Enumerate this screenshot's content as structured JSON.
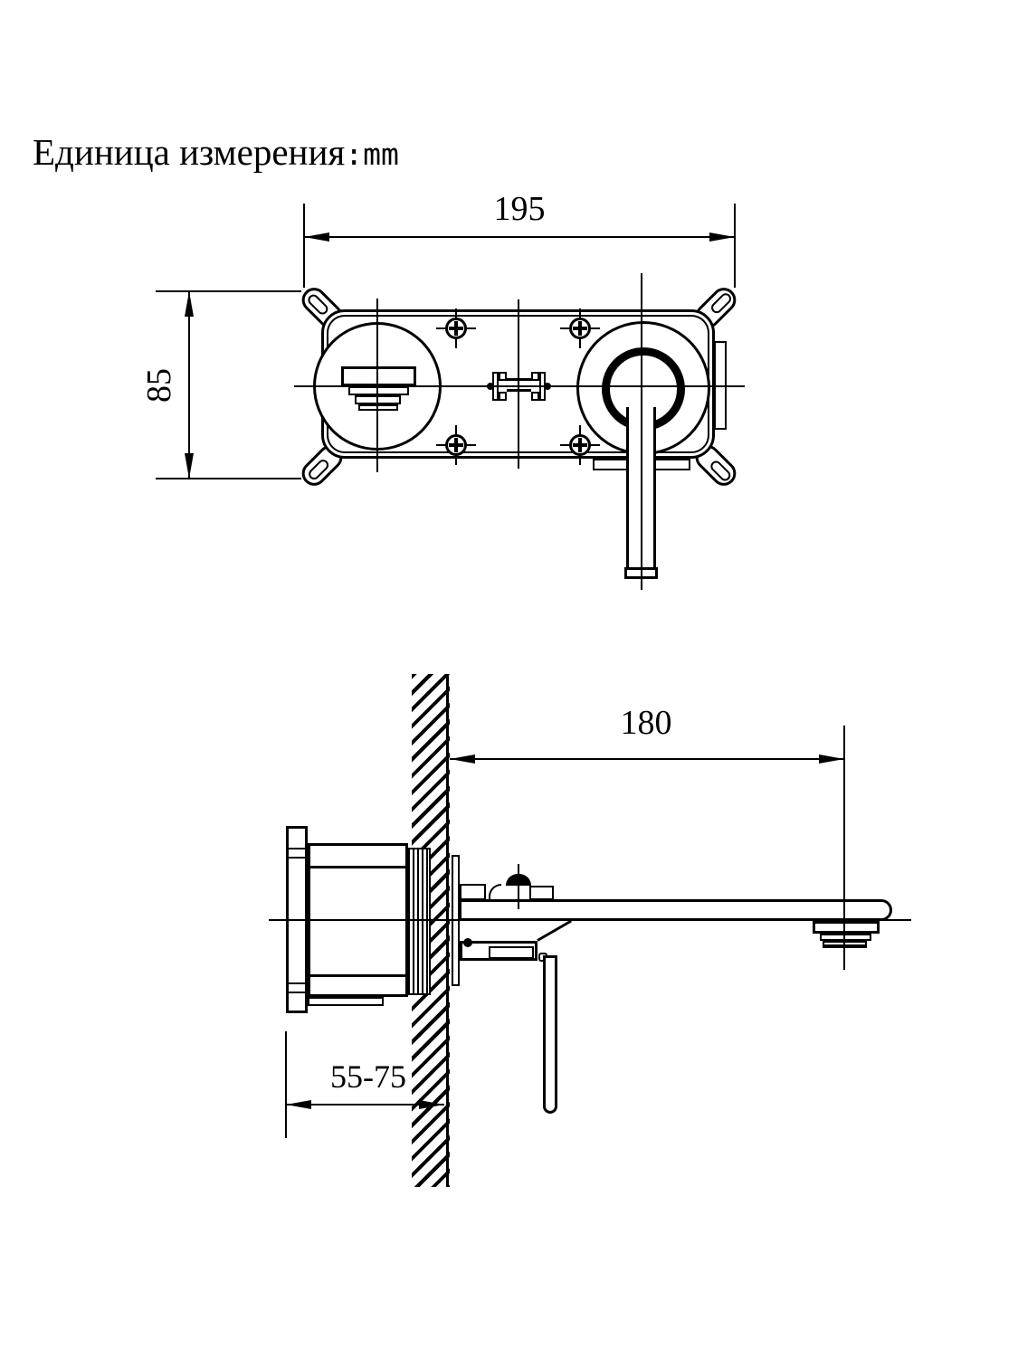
{
  "page": {
    "background": "#ffffff",
    "ink": "#000000"
  },
  "header": {
    "unit_label": "Единица измерения",
    "unit_value": ":mm"
  },
  "views": {
    "top": {
      "dim_width": "195",
      "dim_height": "85"
    },
    "side": {
      "dim_reach": "180",
      "dim_depth": "55-75"
    }
  }
}
